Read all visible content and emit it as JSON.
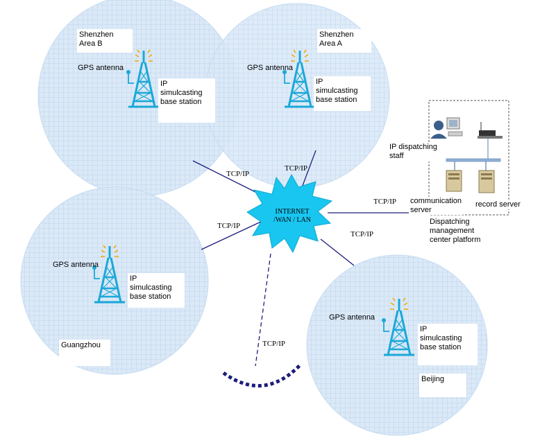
{
  "regions": {
    "area_b": {
      "title_line1": "Shenzhen",
      "title_line2": "Area B"
    },
    "area_a": {
      "title_line1": "Shenzhen",
      "title_line2": "Area A"
    },
    "guangzhou": {
      "title": "Guangzhou"
    },
    "beijing": {
      "title": "Beijing"
    }
  },
  "station": {
    "gps_label": "GPS antenna",
    "base_line1": "IP",
    "base_line2": "simulcasting",
    "base_line3": "base station"
  },
  "network": {
    "cloud_line1": "INTERNET",
    "cloud_line2": "/WAN / LAN",
    "link_label": "TCP/IP"
  },
  "platform": {
    "staff_line1": "IP dispatching",
    "staff_line2": "staff",
    "comm_line1": "communication",
    "comm_line2": "server",
    "record_label": "record server",
    "title_line1": "Dispatching",
    "title_line2": "management",
    "title_line3": "center platform"
  },
  "colors": {
    "coverage_fill": "#dbe9f7",
    "coverage_grid": "#b9d3ee",
    "tower": "#1aa8d8",
    "link": "#1c1c7c",
    "cloud": "#18c6f0"
  }
}
